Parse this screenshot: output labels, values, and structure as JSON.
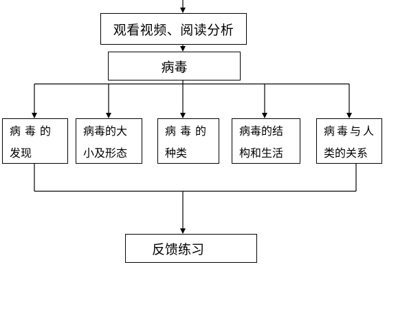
{
  "diagram": {
    "top_box": "观看视频、阅读分析",
    "center_box": "病毒",
    "topics": [
      {
        "line1": "病毒的",
        "line2": "发现"
      },
      {
        "line1": "病毒的大",
        "line2": "小及形态"
      },
      {
        "line1": "病毒的",
        "line2": "种类"
      },
      {
        "line1": "病毒的结",
        "line2": "构和生活"
      },
      {
        "line1": "病毒与人",
        "line2": "类的关系"
      }
    ],
    "bottom_box": "反馈练习"
  },
  "colors": {
    "line": "#000000",
    "background": "#ffffff"
  }
}
